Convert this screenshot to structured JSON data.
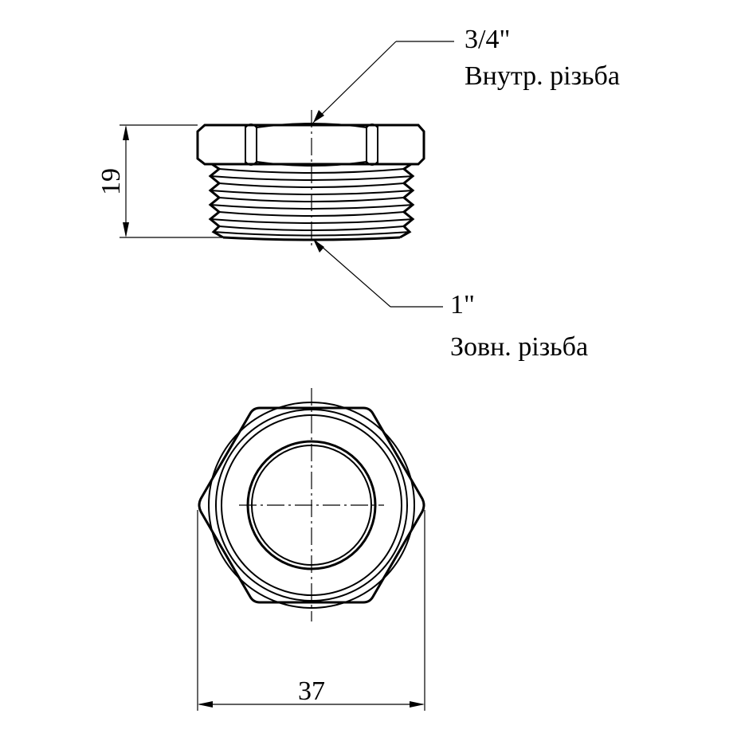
{
  "callouts": {
    "inner_thread_size": "3/4\"",
    "inner_thread_label": "Внутр. різьба",
    "outer_thread_size": "1\"",
    "outer_thread_label": "Зовн. різьба"
  },
  "dimensions": {
    "height": "19",
    "width": "37"
  },
  "colors": {
    "line": "#000000",
    "background": "#ffffff"
  }
}
